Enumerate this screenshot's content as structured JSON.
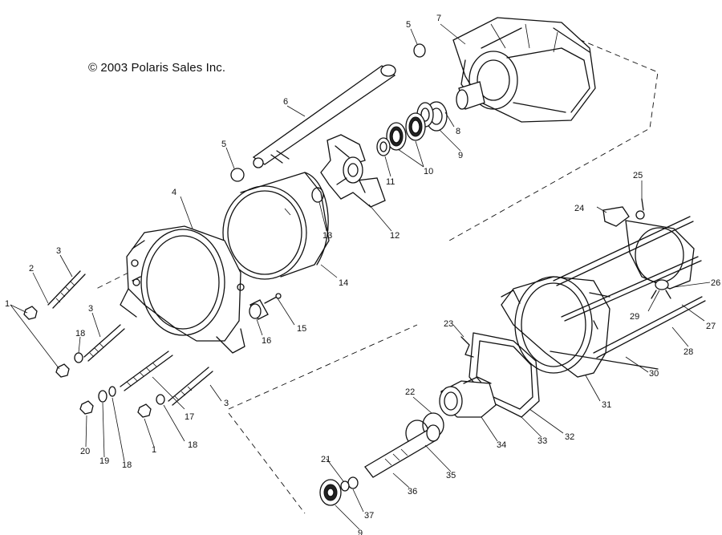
{
  "copyright": "© 2003 Polaris Sales Inc.",
  "callouts": [
    {
      "id": "c1a",
      "label": "1"
    },
    {
      "id": "c1b",
      "label": "1"
    },
    {
      "id": "c2",
      "label": "2"
    },
    {
      "id": "c3a",
      "label": "3"
    },
    {
      "id": "c3b",
      "label": "3"
    },
    {
      "id": "c3c",
      "label": "3"
    },
    {
      "id": "c4",
      "label": "4"
    },
    {
      "id": "c5a",
      "label": "5"
    },
    {
      "id": "c5b",
      "label": "5"
    },
    {
      "id": "c6",
      "label": "6"
    },
    {
      "id": "c7",
      "label": "7"
    },
    {
      "id": "c8",
      "label": "8"
    },
    {
      "id": "c9a",
      "label": "9"
    },
    {
      "id": "c9b",
      "label": "9"
    },
    {
      "id": "c10",
      "label": "10"
    },
    {
      "id": "c11",
      "label": "11"
    },
    {
      "id": "c12",
      "label": "12"
    },
    {
      "id": "c13",
      "label": "13"
    },
    {
      "id": "c14",
      "label": "14"
    },
    {
      "id": "c15",
      "label": "15"
    },
    {
      "id": "c16",
      "label": "16"
    },
    {
      "id": "c17",
      "label": "17"
    },
    {
      "id": "c18a",
      "label": "18"
    },
    {
      "id": "c18b",
      "label": "18"
    },
    {
      "id": "c18c",
      "label": "18"
    },
    {
      "id": "c19",
      "label": "19"
    },
    {
      "id": "c20",
      "label": "20"
    },
    {
      "id": "c21",
      "label": "21"
    },
    {
      "id": "c22",
      "label": "22"
    },
    {
      "id": "c23",
      "label": "23"
    },
    {
      "id": "c24",
      "label": "24"
    },
    {
      "id": "c25",
      "label": "25"
    },
    {
      "id": "c26",
      "label": "26"
    },
    {
      "id": "c27",
      "label": "27"
    },
    {
      "id": "c28",
      "label": "28"
    },
    {
      "id": "c29",
      "label": "29"
    },
    {
      "id": "c30",
      "label": "30"
    },
    {
      "id": "c31",
      "label": "31"
    },
    {
      "id": "c32",
      "label": "32"
    },
    {
      "id": "c33",
      "label": "33"
    },
    {
      "id": "c34",
      "label": "34"
    },
    {
      "id": "c35",
      "label": "35"
    },
    {
      "id": "c36",
      "label": "36"
    },
    {
      "id": "c37",
      "label": "37"
    }
  ]
}
